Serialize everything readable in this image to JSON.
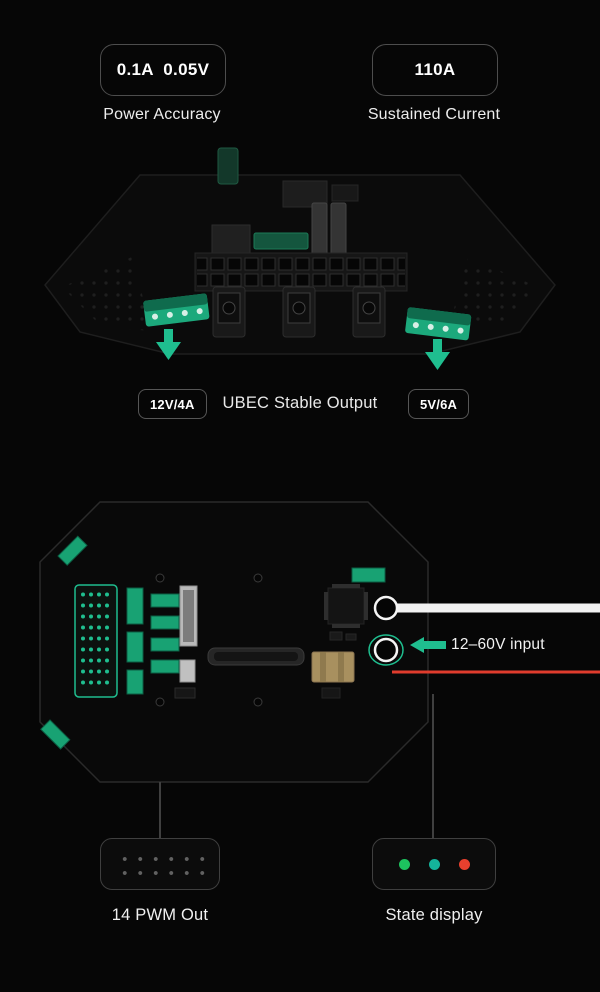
{
  "specs": {
    "power_accuracy": {
      "value": "0.1A  0.05V",
      "label": "Power Accuracy"
    },
    "sustained_current": {
      "value": "110A",
      "label": "Sustained Current"
    }
  },
  "ubec": {
    "left_badge": "12V/4A",
    "title": "UBEC Stable Output",
    "right_badge": "5V/6A"
  },
  "power_input": {
    "label": "12–60V input"
  },
  "pwm_out": {
    "label": "14 PWM Out"
  },
  "state_display": {
    "label": "State display"
  },
  "colors": {
    "background": "#060606",
    "accent_green": "#1fbe8f",
    "connector_green": "#18a273",
    "led_green": "#1dc25e",
    "led_teal": "#14b39b",
    "led_red": "#e8402e",
    "wire_white": "#f2f2f2",
    "wire_red": "#e03c2d",
    "badge_border": "#4d4d4d",
    "text_primary": "#f2f2f2"
  }
}
